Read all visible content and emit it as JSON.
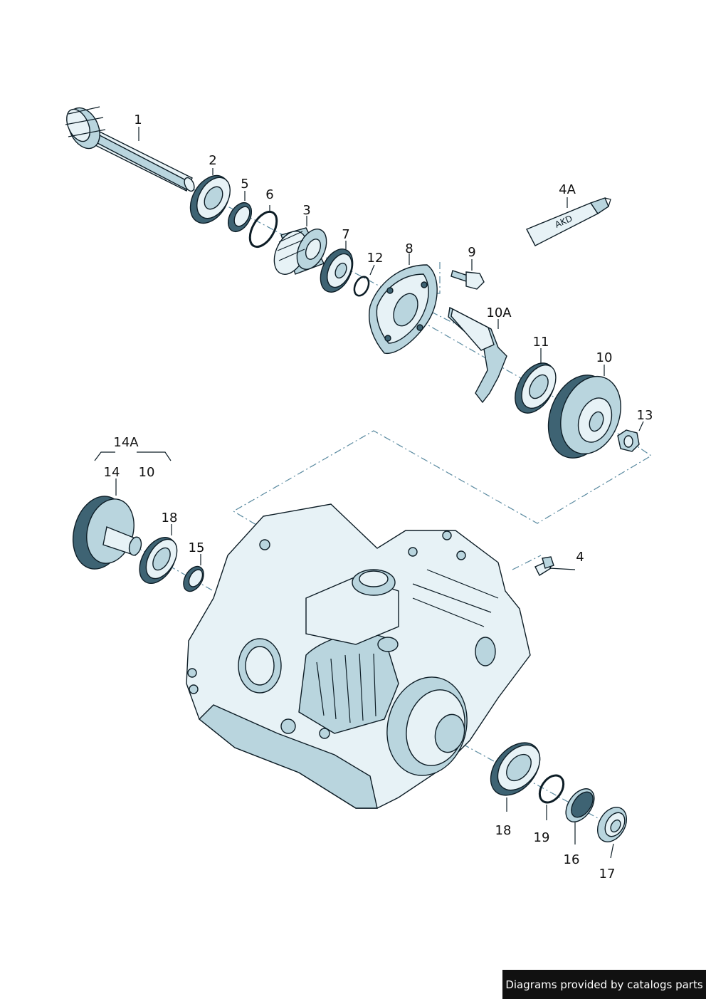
{
  "callouts": [
    {
      "id": "1",
      "label": "1"
    },
    {
      "id": "2",
      "label": "2"
    },
    {
      "id": "5",
      "label": "5"
    },
    {
      "id": "6",
      "label": "6"
    },
    {
      "id": "3",
      "label": "3"
    },
    {
      "id": "7",
      "label": "7"
    },
    {
      "id": "12",
      "label": "12"
    },
    {
      "id": "8",
      "label": "8"
    },
    {
      "id": "9",
      "label": "9"
    },
    {
      "id": "4A",
      "label": "4A"
    },
    {
      "id": "10A",
      "label": "10A"
    },
    {
      "id": "11",
      "label": "11"
    },
    {
      "id": "10",
      "label": "10"
    },
    {
      "id": "13",
      "label": "13"
    },
    {
      "id": "14A",
      "label": "14A"
    },
    {
      "id": "14",
      "label": "14"
    },
    {
      "id": "10b",
      "label": "10"
    },
    {
      "id": "18",
      "label": "18"
    },
    {
      "id": "15",
      "label": "15"
    },
    {
      "id": "4",
      "label": "4"
    },
    {
      "id": "18b",
      "label": "18"
    },
    {
      "id": "19",
      "label": "19"
    },
    {
      "id": "16",
      "label": "16"
    },
    {
      "id": "17",
      "label": "17"
    }
  ],
  "tube_label": "AKD",
  "credit": "Diagrams provided by catalogs parts"
}
